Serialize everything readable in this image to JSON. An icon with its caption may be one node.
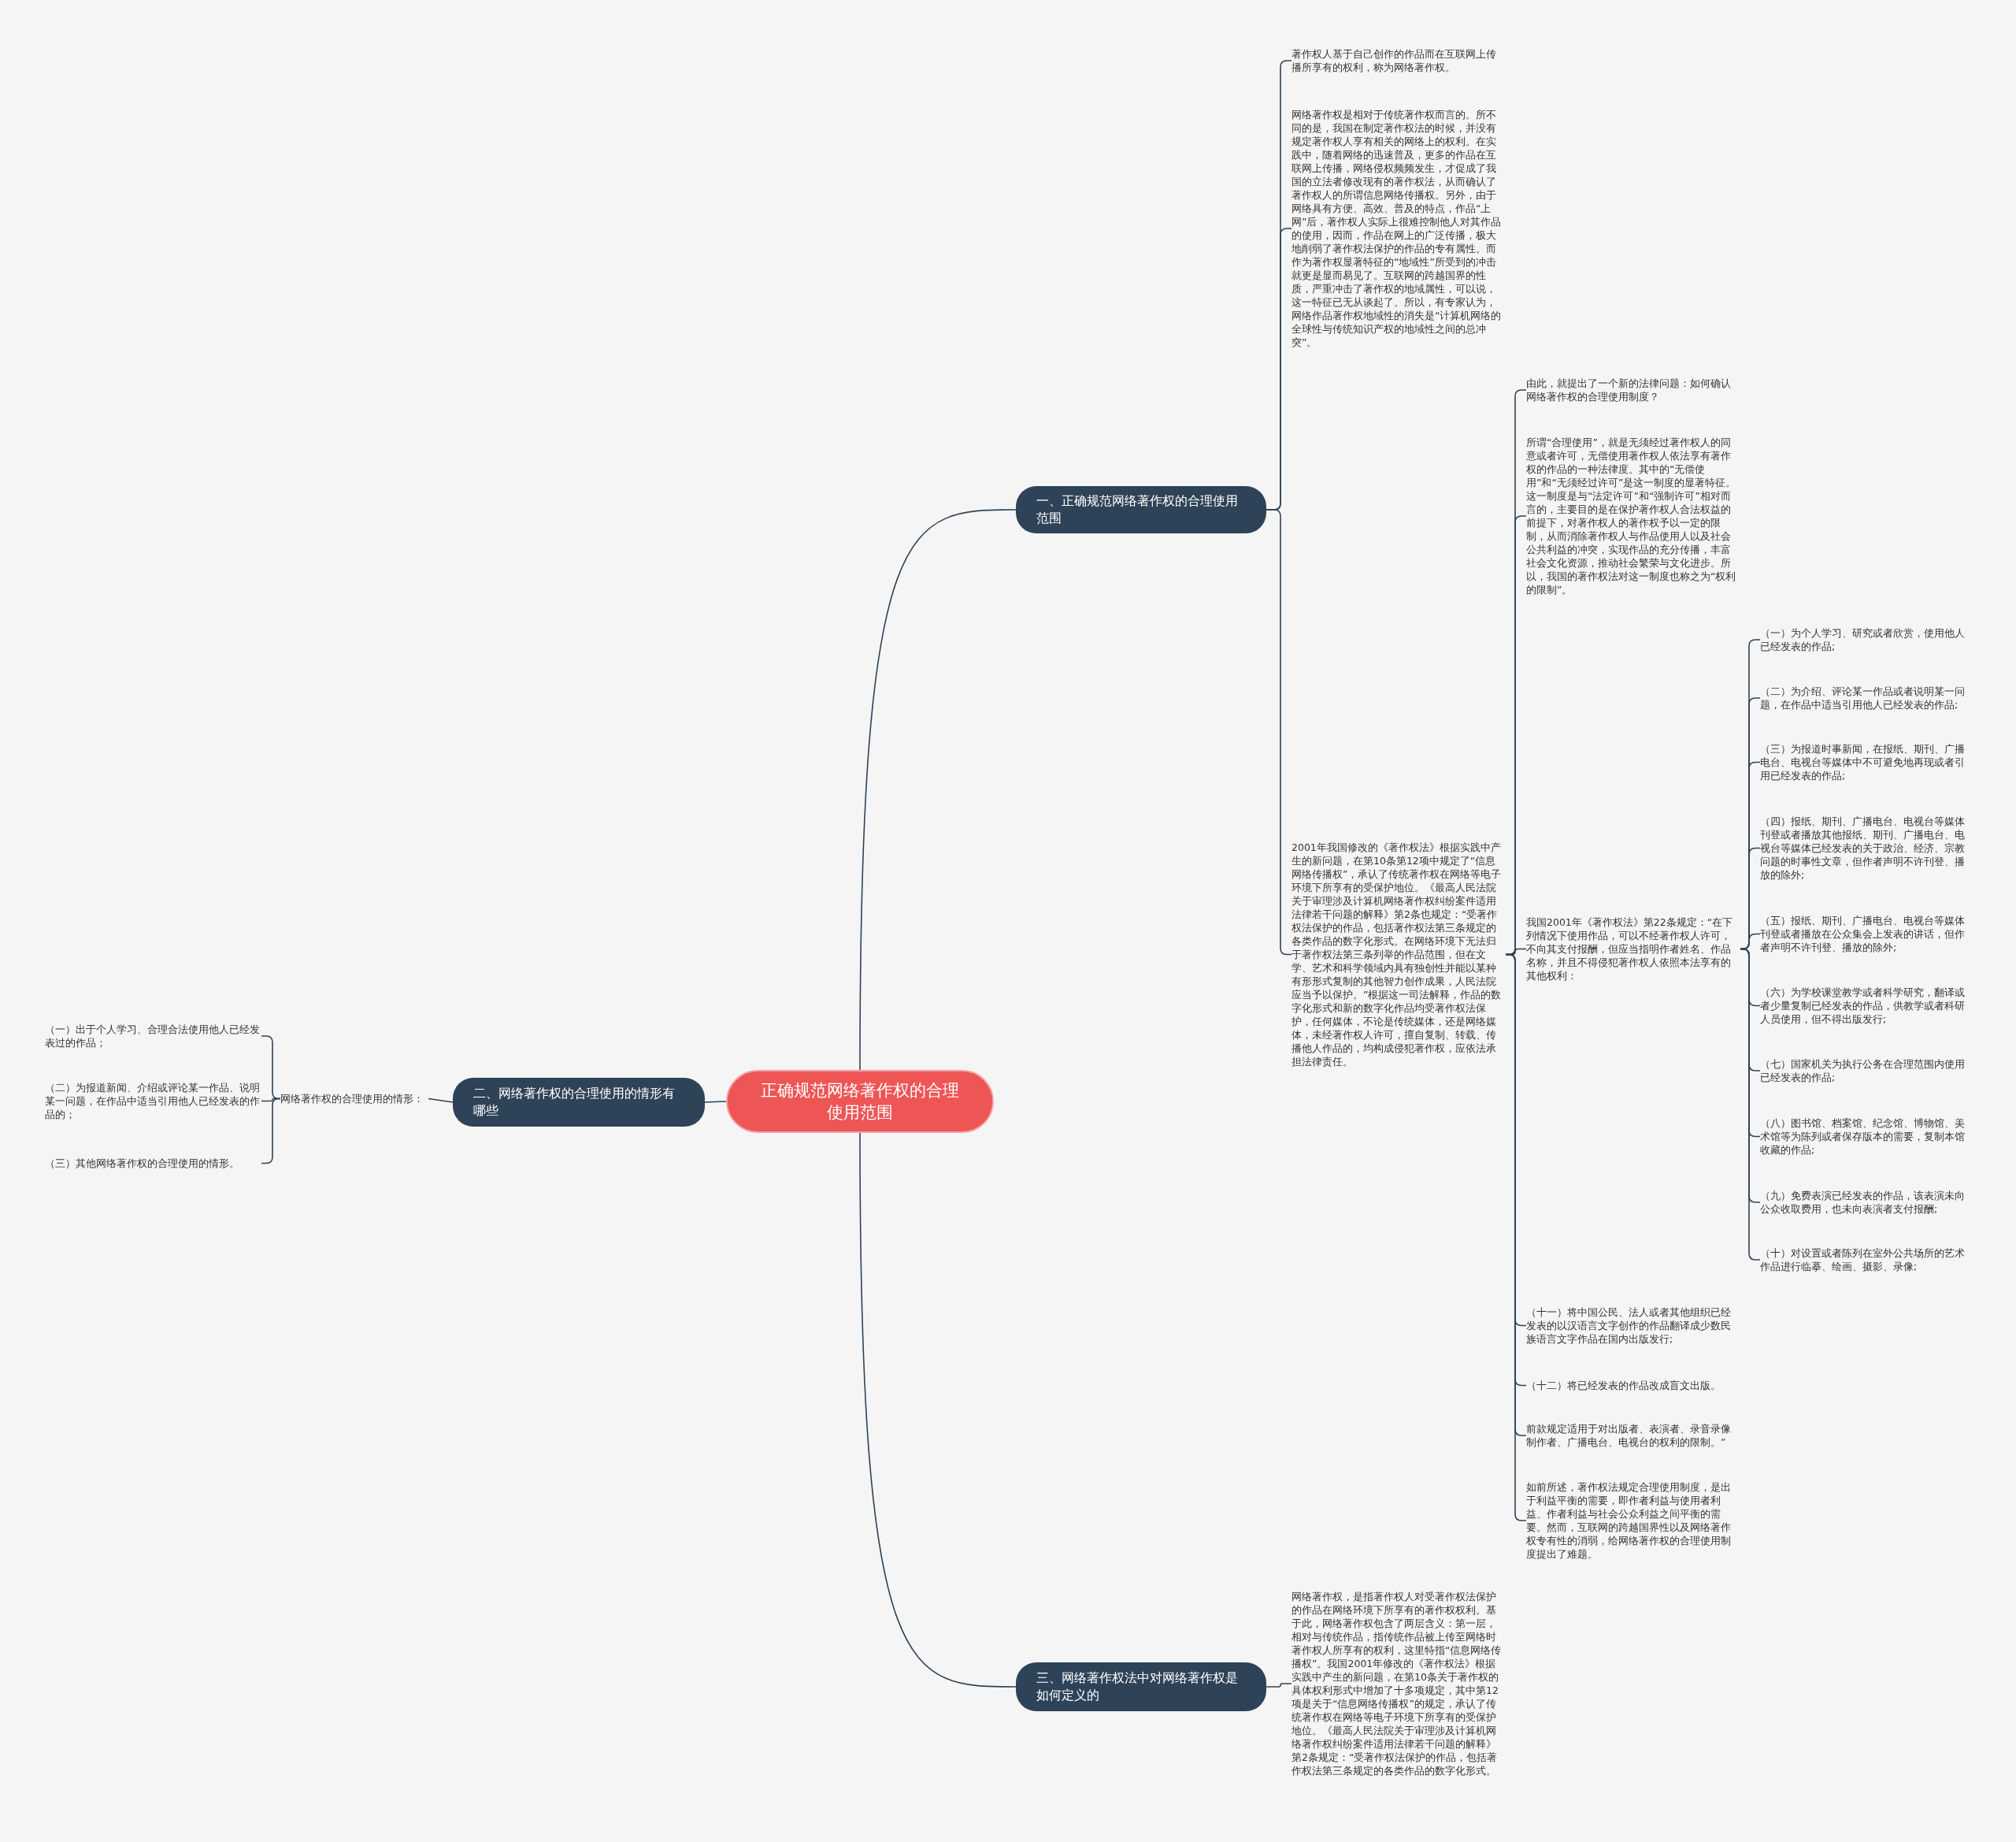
{
  "diagram": {
    "nodes": [
      {
        "text": [
          "正确规范网络著作权的合理使用范围"
        ]
      },
      {
        "text": [
          "一、正确规范网络著作权的合理使用范围"
        ]
      },
      {
        "text": [
          "著作权人基于自己创作的作品而在互联网上传播所享有的权利，称为网络著作权。"
        ]
      },
      {
        "text": [
          "网络著作权是相对于传统著作权而言的。所不同的是，我国在制定著作权法的时候，并没有规定著作权人享有相关的网络上的权利。在实践中，随着网络的迅速普及，更多的作品在互联网上传播，网络侵权频频发生，才促成了我国的立法者修改现有的著作权法，从而确认了著作权人的所谓信息网络传播权。另外，由于网络具有方便、高效、普及的特点，作品“上网”后，著作权人实际上很难控制他人对其作品的使用，因而，作品在网上的广泛传播，极大地削弱了著作权法保护的作品的专有属性。而作为著作权显著特征的“地域性”所受到的冲击就更是显而易见了。互联网的跨越国界的性质，严重冲击了著作权的地域属性，可以说，这一特征已无从谈起了。所以，有专家认为，网络作品著作权地域性的消失是“计算机网络的全球性与传统知识产权的地域性之间的总冲突”。"
        ]
      },
      {
        "text": [
          "2001年我国修改的《著作权法》根据实践中产生的新问题，在第10条第12项中规定了“信息网络传播权”，承认了传统著作权在网络等电子环境下所享有的受保护地位。《最高人民法院关于审理涉及计算机网络著作权纠纷案件适用法律若干问题的解释》第2条也规定：“受著作权法保护的作品，包括著作权法第三条规定的各类作品的数字化形式。在网络环境下无法归于著作权法第三条列举的作品范围，但在文学、艺术和科学领域内具有独创性并能以某种有形形式复制的其他智力创作成果，人民法院应当予以保护。”根据这一司法解释，作品的数字化形式和新的数字化作品均受著作权法保护，任何媒体，不论是传统媒体，还是网络媒体，未经著作权人许可，擅自复制、转载、传播他人作品的，均构成侵犯著作权，应依法承担法律责任。"
        ]
      },
      {
        "text": [
          "由此，就提出了一个新的法律问题：如何确认网络著作权的合理使用制度？"
        ]
      },
      {
        "text": [
          "所谓“合理使用”，就是无须经过著作权人的同意或者许可，无偿使用著作权人依法享有著作权的作品的一种法律度。其中的“无偿使用”和“无须经过许可”是这一制度的显著特征。这一制度是与“法定许可”和“强制许可”相对而言的，主要目的是在保护著作权人合法权益的前提下，对著作权人的著作权予以一定的限制，从而消除著作权人与作品使用人以及社会公共利益的冲突，实现作品的充分传播，丰富社会文化资源，推动社会繁荣与文化进步。所以，我国的著作权法对这一制度也称之为“权利的限制”。"
        ]
      },
      {
        "text": [
          "我国2001年《著作权法》第22条规定：“在下列情况下使用作品，可以不经著作权人许可，不向其支付报酬，但应当指明作者姓名、作品名称，并且不得侵犯著作权人依照本法享有的其他权利："
        ]
      },
      {
        "text": [
          "（一）为个人学习、研究或者欣赏，使用他人已经发表的作品;"
        ]
      },
      {
        "text": [
          "（二）为介绍、评论某一作品或者说明某一问题，在作品中适当引用他人已经发表的作品;"
        ]
      },
      {
        "text": [
          "（三）为报道时事新闻，在报纸、期刊、广播电台、电视台等媒体中不可避免地再现或者引用已经发表的作品;"
        ]
      },
      {
        "text": [
          "（四）报纸、期刊、广播电台、电视台等媒体刊登或者播放其他报纸、期刊、广播电台、电视台等媒体已经发表的关于政治、经济、宗教问题的时事性文章，但作者声明不许刊登、播放的除外;"
        ]
      },
      {
        "text": [
          "（五）报纸、期刊、广播电台、电视台等媒体刊登或者播放在公众集会上发表的讲话，但作者声明不许刊登、播放的除外;"
        ]
      },
      {
        "text": [
          "（六）为学校课堂教学或者科学研究，翻译或者少量复制已经发表的作品，供教学或者科研人员使用，但不得出版发行;"
        ]
      },
      {
        "text": [
          "（七）国家机关为执行公务在合理范围内使用已经发表的作品;"
        ]
      },
      {
        "text": [
          "（八）图书馆、档案馆、纪念馆、博物馆、美术馆等为陈列或者保存版本的需要，复制本馆收藏的作品;"
        ]
      },
      {
        "text": [
          "（九）免费表演已经发表的作品，该表演未向公众收取费用，也未向表演者支付报酬;"
        ]
      },
      {
        "text": [
          "（十）对设置或者陈列在室外公共场所的艺术作品进行临摹、绘画、摄影、录像;"
        ]
      },
      {
        "text": [
          "（十一）将中国公民、法人或者其他组织已经发表的以汉语言文字创作的作品翻译成少数民族语言文字作品在国内出版发行;"
        ]
      },
      {
        "text": [
          "（十二）将已经发表的作品改成盲文出版。"
        ]
      },
      {
        "text": [
          "前款规定适用于对出版者、表演者、录音录像制作者、广播电台、电视台的权利的限制。”"
        ]
      },
      {
        "text": [
          "如前所述，著作权法规定合理使用制度，是出于利益平衡的需要，即作者利益与使用者利益、作者利益与社会公众利益之间平衡的需要。然而，互联网的跨越国界性以及网络著作权专有性的消弱，给网络著作权的合理使用制度提出了难题。"
        ]
      },
      {
        "text": [
          "二、网络著作权的合理使用的情形有哪些"
        ]
      },
      {
        "text": [
          "网络著作权的合理使用的情形："
        ]
      },
      {
        "text": [
          "（一）出于个人学习、合理合法使用他人已经发表过的作品；"
        ]
      },
      {
        "text": [
          "（二）为报道新闻、介绍或评论某一作品、说明某一问题，在作品中适当引用他人已经发表的作品的；"
        ]
      },
      {
        "text": [
          "（三）其他网络著作权的合理使用的情形。"
        ]
      },
      {
        "text": [
          "三、网络著作权法中对网络著作权是如何定义的"
        ]
      },
      {
        "text": [
          "网络著作权，是指著作权人对受著作权法保护的作品在网络环境下所享有的著作权权利。基于此，网络著作权包含了两层含义：第一层，相对与传统作品，指传统作品被上传至网络时著作权人所享有的权利，这里特指“信息网络传播权”。我国2001年修改的《著作权法》根据实践中产生的新问题，在第10条关于著作权的具体权利形式中增加了十多项规定，其中第12项是关于“信息网络传播权”的规定，承认了传统著作权在网络等电子环境下所享有的受保护地位。《最高人民法院关于审理涉及计算机网络著作权纠纷案件适用法律若干问题的解释》第2条规定：“受著作权法保护的作品，包括著作权法第三条规定的各类作品的数字化形式。"
        ]
      }
    ],
    "edges": [
      {
        "from": 0,
        "to": 1,
        "arrow": "none"
      },
      {
        "from": 1,
        "to": 2,
        "arrow": "none"
      },
      {
        "from": 1,
        "to": 3,
        "arrow": "none"
      },
      {
        "from": 1,
        "to": 4,
        "arrow": "none"
      },
      {
        "from": 4,
        "to": 5,
        "arrow": "none"
      },
      {
        "from": 4,
        "to": 6,
        "arrow": "none"
      },
      {
        "from": 4,
        "to": 7,
        "arrow": "none"
      },
      {
        "from": 7,
        "to": 8,
        "arrow": "none"
      },
      {
        "from": 7,
        "to": 9,
        "arrow": "none"
      },
      {
        "from": 7,
        "to": 10,
        "arrow": "none"
      },
      {
        "from": 7,
        "to": 11,
        "arrow": "none"
      },
      {
        "from": 7,
        "to": 12,
        "arrow": "none"
      },
      {
        "from": 7,
        "to": 13,
        "arrow": "none"
      },
      {
        "from": 7,
        "to": 14,
        "arrow": "none"
      },
      {
        "from": 7,
        "to": 15,
        "arrow": "none"
      },
      {
        "from": 7,
        "to": 16,
        "arrow": "none"
      },
      {
        "from": 7,
        "to": 17,
        "arrow": "none"
      },
      {
        "from": 4,
        "to": 18,
        "arrow": "none"
      },
      {
        "from": 4,
        "to": 19,
        "arrow": "none"
      },
      {
        "from": 4,
        "to": 20,
        "arrow": "none"
      },
      {
        "from": 4,
        "to": 21,
        "arrow": "none"
      },
      {
        "from": 0,
        "to": 22,
        "arrow": "none"
      },
      {
        "from": 22,
        "to": 23,
        "arrow": "none"
      },
      {
        "from": 23,
        "to": 24,
        "arrow": "none"
      },
      {
        "from": 23,
        "to": 25,
        "arrow": "none"
      },
      {
        "from": 23,
        "to": 26,
        "arrow": "none"
      },
      {
        "from": 0,
        "to": 27,
        "arrow": "none"
      },
      {
        "from": 27,
        "to": 28,
        "arrow": "none"
      }
    ]
  }
}
